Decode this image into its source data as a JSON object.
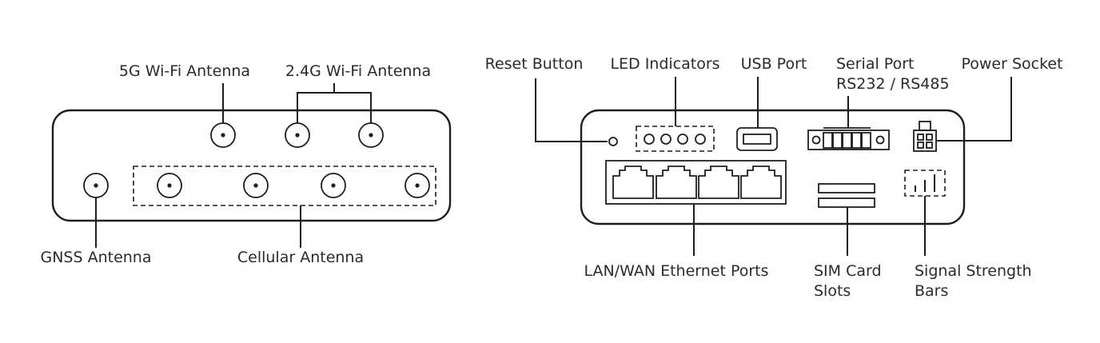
{
  "left_panel": {
    "labels": {
      "wifi_5g": "5G Wi-Fi Antenna",
      "wifi_24g": "2.4G Wi-Fi Antenna",
      "gnss": "GNSS Antenna",
      "cellular": "Cellular Antenna"
    }
  },
  "right_panel": {
    "labels": {
      "reset": "Reset Button",
      "led": "LED Indicators",
      "usb": "USB Port",
      "serial_line1": "Serial Port",
      "serial_line2": "RS232 / RS485",
      "power": "Power Socket",
      "ethernet": "LAN/WAN Ethernet Ports",
      "sim_line1": "SIM Card",
      "sim_line2": "Slots",
      "signal_line1": "Signal Strength",
      "signal_line2": "Bars"
    }
  }
}
